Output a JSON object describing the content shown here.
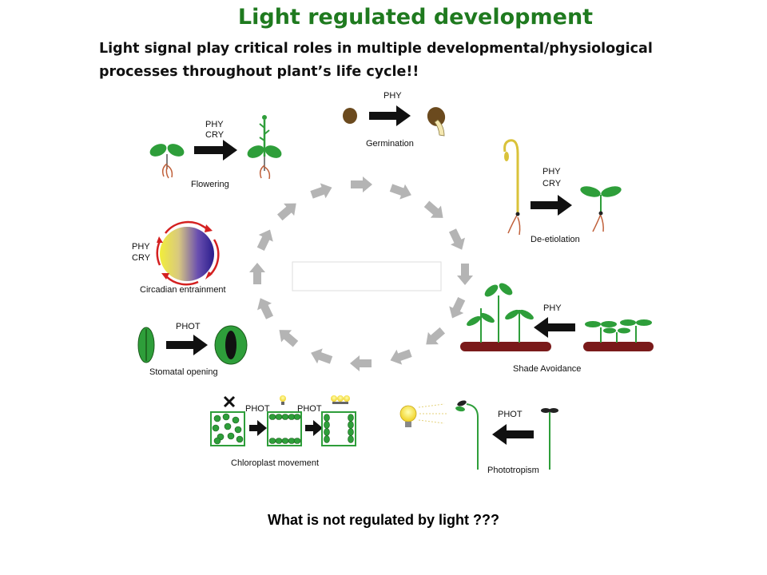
{
  "slide": {
    "title": "Light regulated development",
    "intro_line1": "Light signal play critical roles in multiple developmental/physiological",
    "intro_line2": "processes throughout plant’s life cycle!!",
    "question": "What is not regulated by light ???"
  },
  "processes": {
    "germination": {
      "label": "Germination",
      "photoreceptors": [
        "PHY"
      ]
    },
    "de_etiolation": {
      "label": "De-etiolation",
      "photoreceptors": [
        "PHY",
        "CRY"
      ]
    },
    "shade_avoidance": {
      "label": "Shade Avoidance",
      "photoreceptors": [
        "PHY"
      ]
    },
    "phototropism": {
      "label": "Phototropism",
      "photoreceptors": [
        "PHOT"
      ]
    },
    "chloroplast_movement": {
      "label": "Chloroplast movement",
      "photoreceptors": [
        "PHOT",
        "PHOT"
      ]
    },
    "stomatal_opening": {
      "label": "Stomatal opening",
      "photoreceptors": [
        "PHOT"
      ]
    },
    "circadian_entrainment": {
      "label": "Circadian entrainment",
      "photoreceptors": [
        "PHY",
        "CRY"
      ]
    },
    "flowering": {
      "label": "Flowering",
      "photoreceptors": [
        "PHY",
        "CRY"
      ]
    }
  },
  "colors": {
    "title": "#1f7a1f",
    "plant_green": "#2e9e3a",
    "cycle_arrow": "#b4b4b4",
    "soil": "#7a1a1a"
  }
}
